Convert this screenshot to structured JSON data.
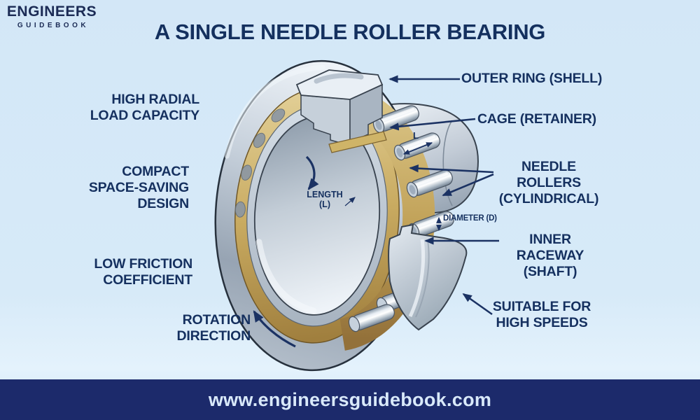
{
  "brand": {
    "line1": "ENGINEERS",
    "line2": "GUIDEBOOK"
  },
  "title": "A SINGLE NEEDLE ROLLER BEARING",
  "features_left": [
    {
      "text": "HIGH RADIAL\nLOAD CAPACITY"
    },
    {
      "text": "COMPACT\nSPACE-SAVING\nDESIGN"
    },
    {
      "text": "LOW FRICTION\nCOEFFICIENT"
    }
  ],
  "rotation_label": "ROTATION\nDIRECTION",
  "callouts_right": [
    {
      "text": "OUTER RING (SHELL)"
    },
    {
      "text": "CAGE (RETAINER)"
    },
    {
      "text": "NEEDLE ROLLERS\n(CYLINDRICAL)"
    },
    {
      "text": "INNER RACEWAY\n(SHAFT)"
    },
    {
      "text": "SUITABLE FOR\nHIGH SPEEDS"
    }
  ],
  "dimensions": {
    "length": "LENGTH\n(L)",
    "length_short": "L",
    "diameter": "DIAMETER (D)"
  },
  "footer": {
    "url": "www.engineersguidebook.com"
  },
  "colors": {
    "background": "#d7eaf8",
    "text_navy": "#15305f",
    "arrow_navy": "#1b3263",
    "footer_bg": "#1c2a6b",
    "footer_text": "#d9e9fa",
    "cage_gold": "#c9ab61",
    "metal_silver": "#c6d0db"
  }
}
